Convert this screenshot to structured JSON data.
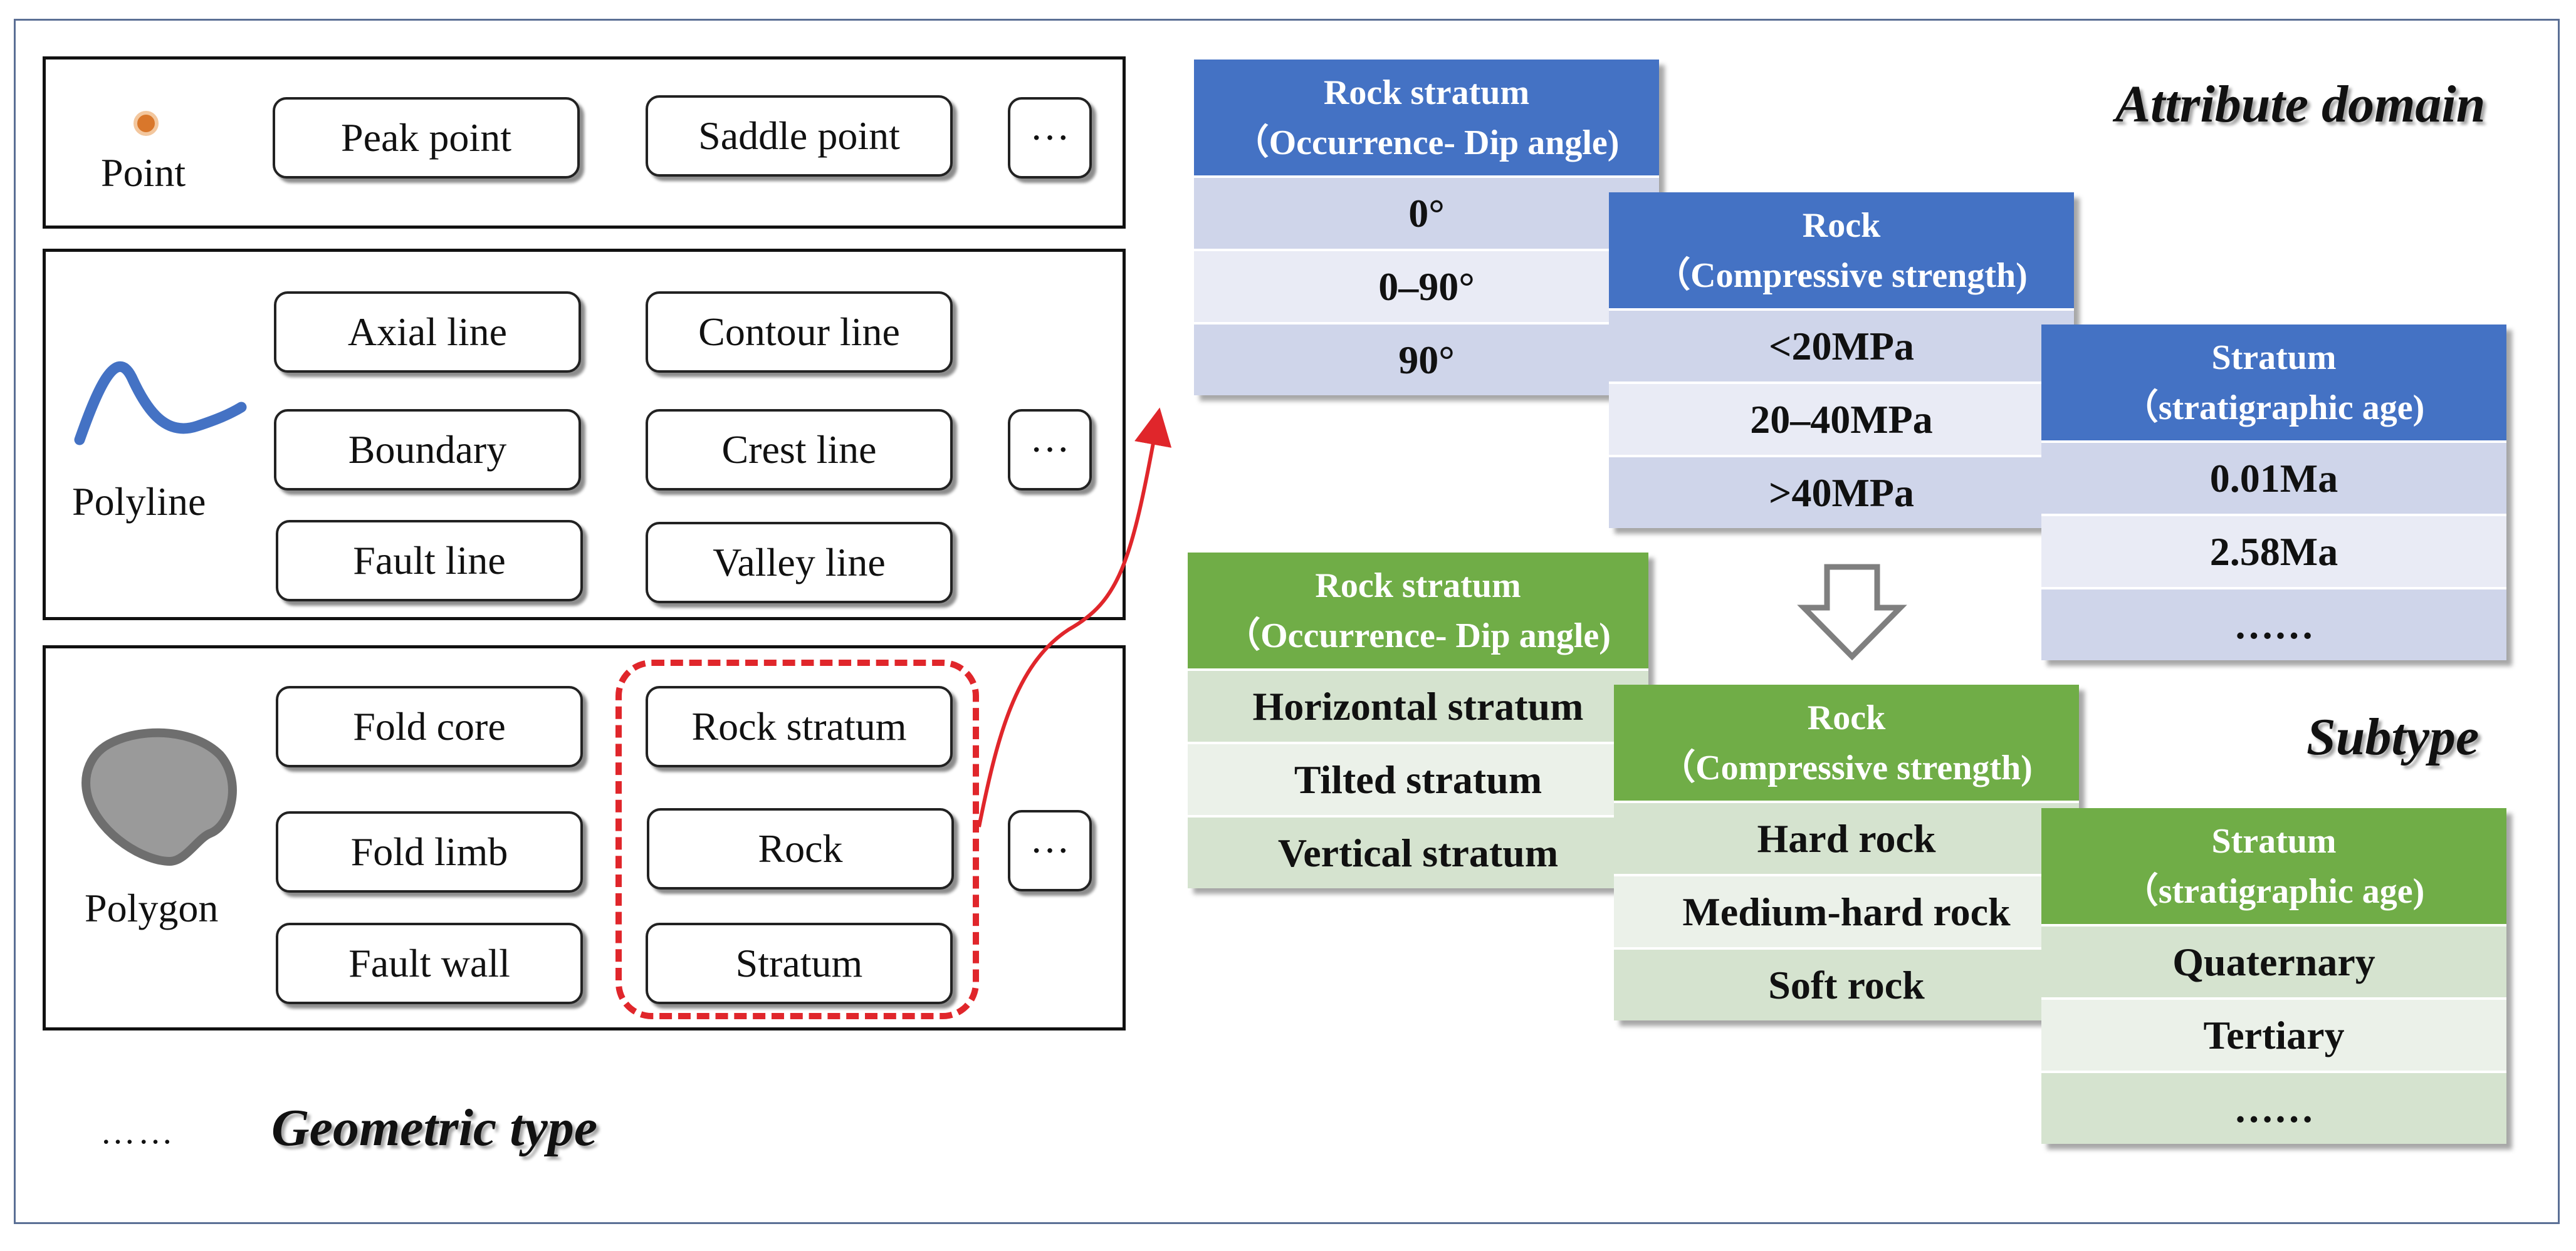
{
  "geometric": {
    "caption": "Geometric type",
    "ellipsis": "……",
    "more_label": "···",
    "point": {
      "label": "Point",
      "items": [
        "Peak point",
        "Saddle point"
      ]
    },
    "polyline": {
      "label": "Polyline",
      "items": [
        "Axial line",
        "Contour line",
        "Boundary",
        "Crest line",
        "Fault line",
        "Valley line"
      ]
    },
    "polygon": {
      "label": "Polygon",
      "items": [
        "Fold core",
        "Rock stratum",
        "Fold limb",
        "Rock",
        "Fault wall",
        "Stratum"
      ]
    }
  },
  "attribute_domain": {
    "caption": "Attribute domain",
    "tables": [
      {
        "title": "Rock stratum",
        "subtitle": "（Occurrence- Dip angle)",
        "rows": [
          "0°",
          "0–90°",
          "90°"
        ]
      },
      {
        "title": "Rock",
        "subtitle": "（Compressive strength)",
        "rows": [
          "<20MPa",
          "20–40MPa",
          ">40MPa"
        ]
      },
      {
        "title": "Stratum",
        "subtitle": "（stratigraphic age)",
        "rows": [
          "0.01Ma",
          "2.58Ma",
          "……"
        ]
      }
    ]
  },
  "subtype": {
    "caption": "Subtype",
    "tables": [
      {
        "title": "Rock stratum",
        "subtitle": "（Occurrence- Dip angle)",
        "rows": [
          "Horizontal stratum",
          "Tilted stratum",
          "Vertical stratum"
        ]
      },
      {
        "title": "Rock",
        "subtitle": "（Compressive strength)",
        "rows": [
          "Hard rock",
          "Medium-hard rock",
          "Soft rock"
        ]
      },
      {
        "title": "Stratum",
        "subtitle": "（stratigraphic age)",
        "rows": [
          "Quaternary",
          "Tertiary",
          "……"
        ]
      }
    ]
  },
  "colors": {
    "attribute_header": "#4472c4",
    "subtype_header": "#70ad47",
    "highlight_dash": "#e0262b",
    "point_marker": "#d9772b",
    "polyline_stroke": "#4472c4",
    "polygon_fill": "#9a9a9a"
  }
}
